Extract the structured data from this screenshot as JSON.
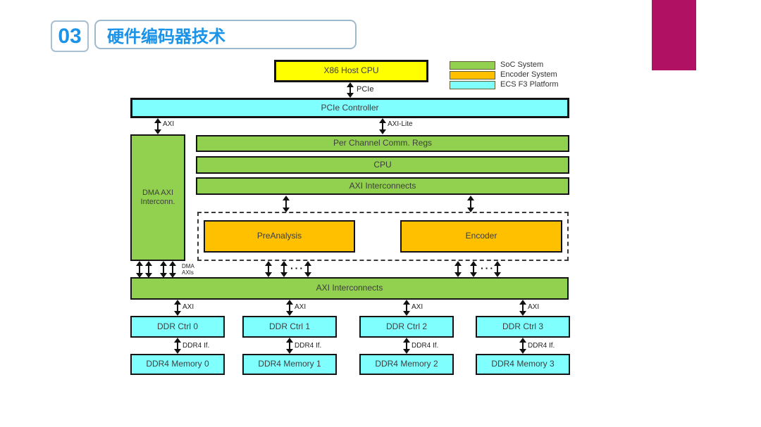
{
  "slide": {
    "section_number": "03",
    "title": "硬件编码器技术",
    "accent_color": "#1b93e8",
    "corner_color": "#b01163"
  },
  "legend": {
    "items": [
      {
        "label": "SoC System",
        "color": "#92d050"
      },
      {
        "label": "Encoder System",
        "color": "#ffc000"
      },
      {
        "label": "ECS F3 Platform",
        "color": "#80ffff"
      }
    ]
  },
  "colors": {
    "soc_green": "#92d050",
    "encoder_orange": "#ffc000",
    "platform_cyan": "#80ffff",
    "host_yellow": "#ffff00"
  },
  "diagram": {
    "host_cpu": "X86 Host CPU",
    "pcie_link_label": "PCIe",
    "pcie_controller": "PCIe Controller",
    "axi_label": "AXI",
    "axi_lite_label": "AXI-Lite",
    "dma_axi_interconnect": "DMA AXI Interconn.",
    "per_channel_regs": "Per Channel Comm. Regs",
    "cpu": "CPU",
    "axi_interconnects_top": "AXI Interconnects",
    "preanalysis": "PreAnalysis",
    "encoder": "Encoder",
    "dma_axis_label_line1": "DMA",
    "dma_axis_label_line2": "AXIs",
    "ellipsis": "···",
    "axi_interconnects_bottom": "AXI Interconnects",
    "ddr_ctrls": [
      "DDR Ctrl 0",
      "DDR Ctrl 1",
      "DDR Ctrl 2",
      "DDR Ctrl 3"
    ],
    "ddr4_if_label": "DDR4 If.",
    "ddr4_memories": [
      "DDR4 Memory 0",
      "DDR4 Memory 1",
      "DDR4 Memory 2",
      "DDR4 Memory 3"
    ]
  }
}
